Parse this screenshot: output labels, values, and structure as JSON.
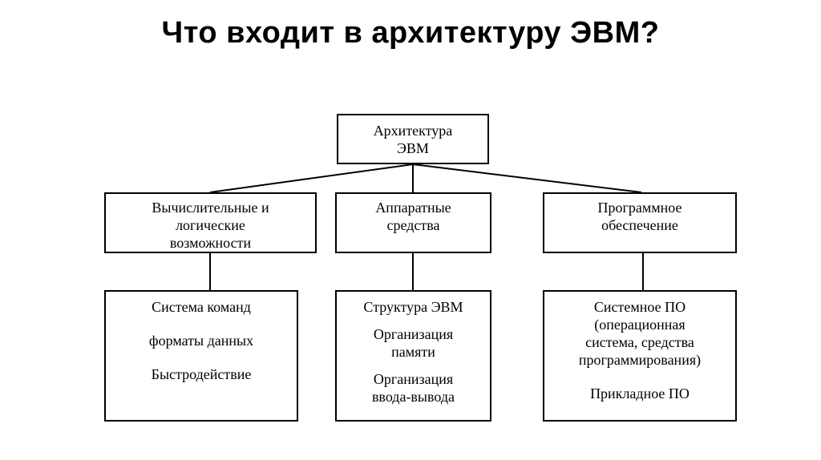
{
  "title": "Что входит в архитектуру ЭВМ?",
  "root": {
    "line1": "Архитектура",
    "line2": "ЭВМ"
  },
  "level1": [
    {
      "line1": "Вычислительные и",
      "line2": "логические",
      "line3": "возможности"
    },
    {
      "line1": "Аппаратные",
      "line2": "средства"
    },
    {
      "line1": "Программное",
      "line2": "обеспечение"
    }
  ],
  "level2": [
    {
      "item1": "Система команд",
      "item2": "форматы данных",
      "item3": "Быстродействие"
    },
    {
      "item1": "Структура ЭВМ",
      "item2a": "Организация",
      "item2b": "памяти",
      "item3a": "Организация",
      "item3b": "ввода-вывода"
    },
    {
      "item1": "Системное ПО",
      "item1b": "(операционная",
      "item1c": "система, средства",
      "item1d": "программирования)",
      "item2": "Прикладное ПО"
    }
  ]
}
